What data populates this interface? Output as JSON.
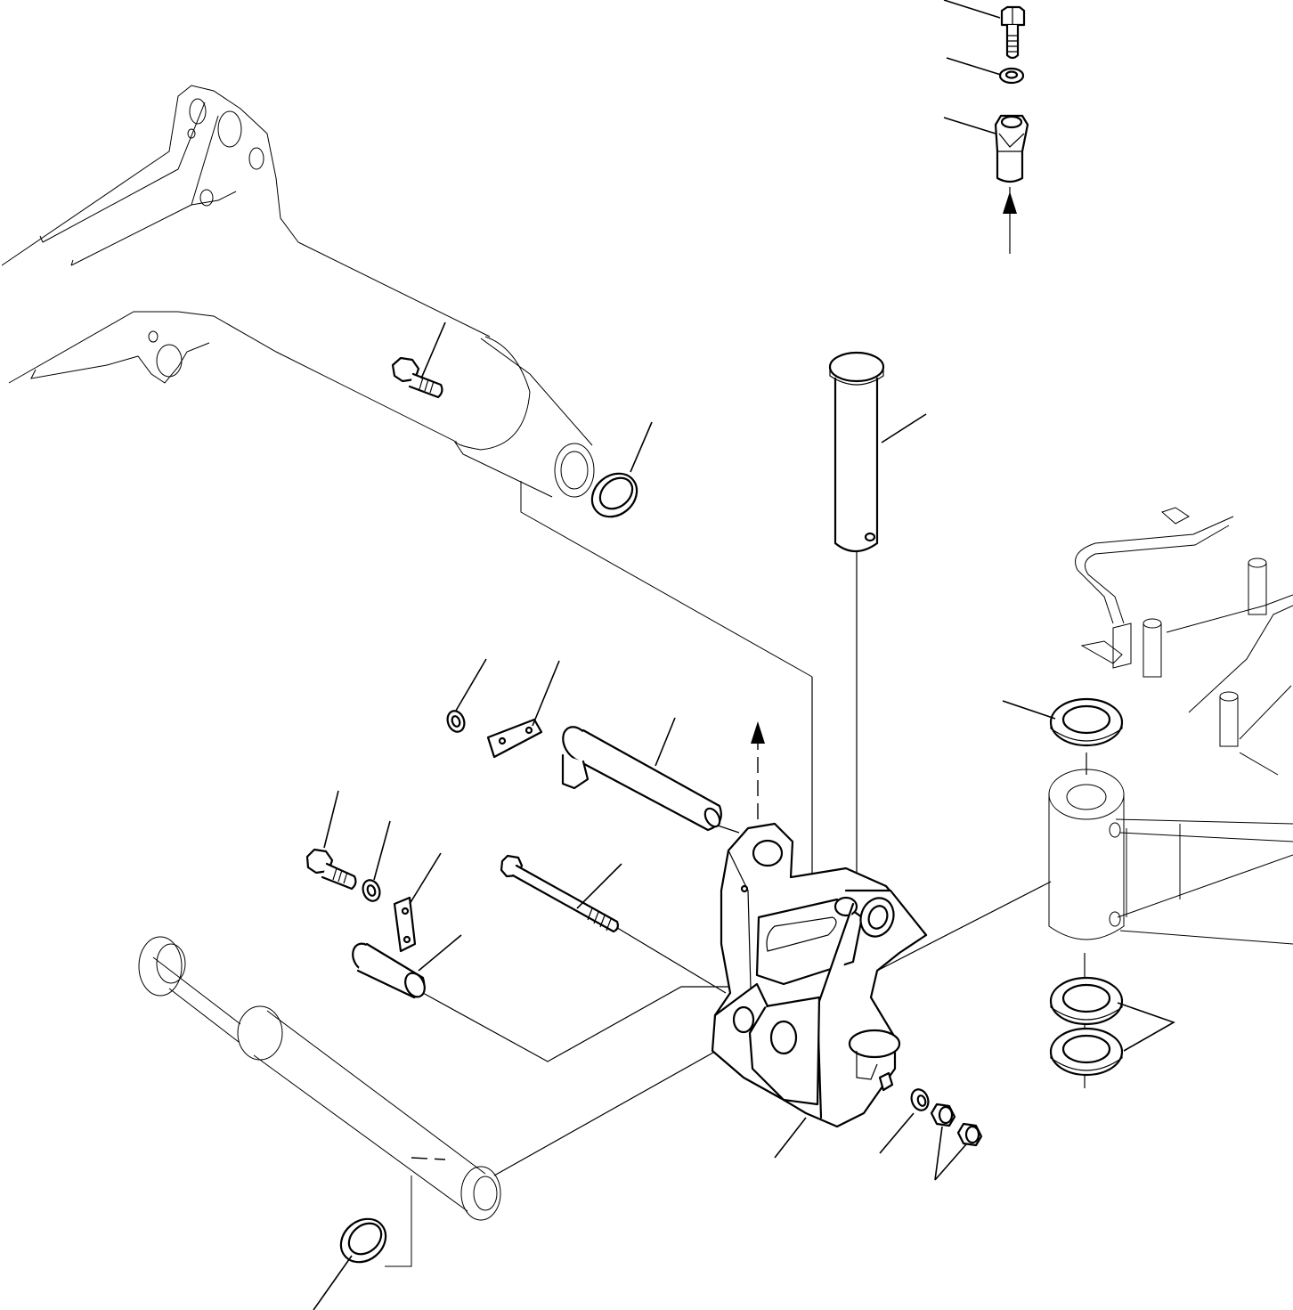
{
  "diagram": {
    "kind": "exploded parts view",
    "components": [
      "boom-arm",
      "lower-rod",
      "swing-bracket",
      "vertical-pin",
      "horizontal-pin",
      "long-bolt",
      "bushing",
      "bolt",
      "washer",
      "lock-plate",
      "thrust-ring",
      "grease-nipple-cap",
      "frame-boss",
      "nut"
    ],
    "callout_count": 20,
    "arrow_count": 2
  }
}
